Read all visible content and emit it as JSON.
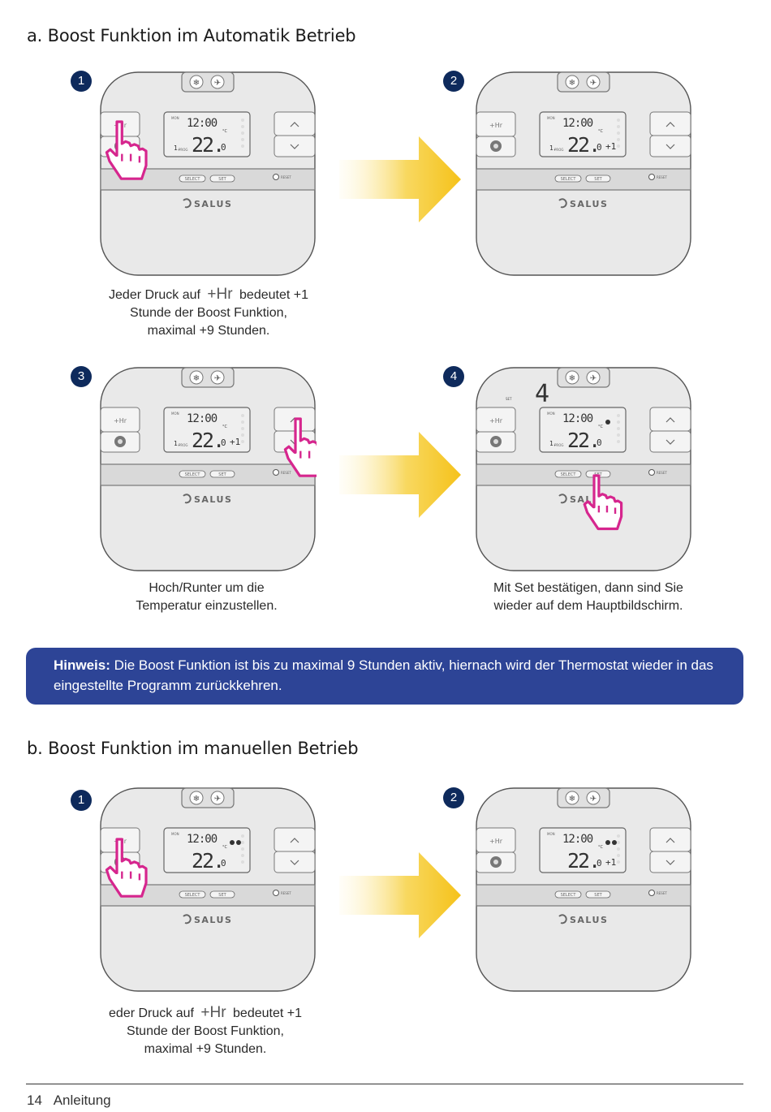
{
  "section_a": {
    "title": "a. Boost Funktion im Automatik Betrieb",
    "steps": [
      "1",
      "2",
      "3",
      "4"
    ],
    "caption1": {
      "before": "Jeder Druck auf",
      "key": "+Hr",
      "after": "bedeutet +1",
      "line2": "Stunde der Boost Funktion,",
      "line3": "maximal +9 Stunden."
    },
    "caption3": {
      "line1": "Hoch/Runter um die",
      "line2": "Temperatur einzustellen."
    },
    "caption4": {
      "line1": "Mit Set bestätigen, dann sind Sie",
      "line2": "wieder auf dem Hauptbildschirm."
    }
  },
  "note": {
    "label": "Hinweis:",
    "text": "Die Boost Funktion ist bis zu maximal 9 Stunden aktiv, hiernach wird der Thermostat wieder in das eingestellte Programm zurückkehren."
  },
  "section_b": {
    "title": "b. Boost Funktion im manuellen Betrieb",
    "steps": [
      "1",
      "2"
    ],
    "caption1": {
      "before": "eder Druck auf",
      "key": "+Hr",
      "after": "bedeutet +1",
      "line2": "Stunde der Boost Funktion,",
      "line3": "maximal +9 Stunden."
    }
  },
  "device": {
    "time": "12:00",
    "temp": "22.",
    "temp_decimal": "0",
    "boost_offset": "+1",
    "day": "MON",
    "prog": "PROG",
    "unit": "°C",
    "hr_key": "+Hr",
    "select_label": "SELECT",
    "set_label": "SET",
    "reset_label": "RESET",
    "brand": "SALUS",
    "set_overlay_digit": "4",
    "set_overlay_label": "SET"
  },
  "footer": {
    "page_number": "14",
    "label": "Anleitung"
  },
  "colors": {
    "accent_blue": "#2d4496",
    "badge_navy": "#0e2a5c",
    "hand_magenta": "#d6268e",
    "arrow_yellow": "#f5c21a"
  }
}
